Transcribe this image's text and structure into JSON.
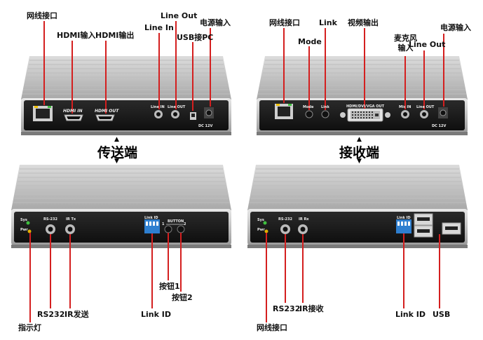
{
  "sections": {
    "tx_title": "传送端",
    "rx_title": "接收端"
  },
  "panel_text": {
    "hdmi_in": "HDMI IN",
    "hdmi_out": "HDMI OUT",
    "line_in": "Line IN",
    "line_out": "Line OUT",
    "dc12v": "DC 12V",
    "mode": "Mode",
    "link": "Link",
    "dvi_vga": "HDMI/DVI/VGA OUT",
    "mic_in": "Mic IN",
    "rs232": "RS-232",
    "ir_tx": "IR Tx",
    "ir_rx": "IR Rx",
    "link_id": "Link ID",
    "button": "BUTTON",
    "btn1": "1",
    "btn2": "2",
    "sys": "Sys",
    "pwr": "Pwr"
  },
  "labels": {
    "tx_top": {
      "ethernet": "网线接口",
      "hdmi_in": "HDMI输入",
      "hdmi_out": "HDMI输出",
      "line_in": "Line In",
      "line_out": "Line Out",
      "usb_pc": "USB接PC",
      "power": "电源输入"
    },
    "rx_top": {
      "ethernet": "网线接口",
      "mode": "Mode",
      "link": "Link",
      "video_out": "视频输出",
      "mic_in": "麦克风\n输入",
      "line_out": "Line Out",
      "power": "电源输入"
    },
    "tx_bottom": {
      "indicator": "指示灯",
      "rs232": "RS232",
      "ir_tx": "IR发送",
      "button1": "按钮1",
      "button2": "按钮2",
      "link_id": "Link ID"
    },
    "rx_bottom": {
      "ethernet": "网线接口",
      "rs232": "RS232",
      "ir_rx": "IR接收",
      "link_id": "Link ID",
      "usb": "USB"
    }
  },
  "colors": {
    "pointer": "#d41f1f",
    "case": "#b9b9b9",
    "panel": "#1c1c1c",
    "dip": "#2e7fd0"
  }
}
